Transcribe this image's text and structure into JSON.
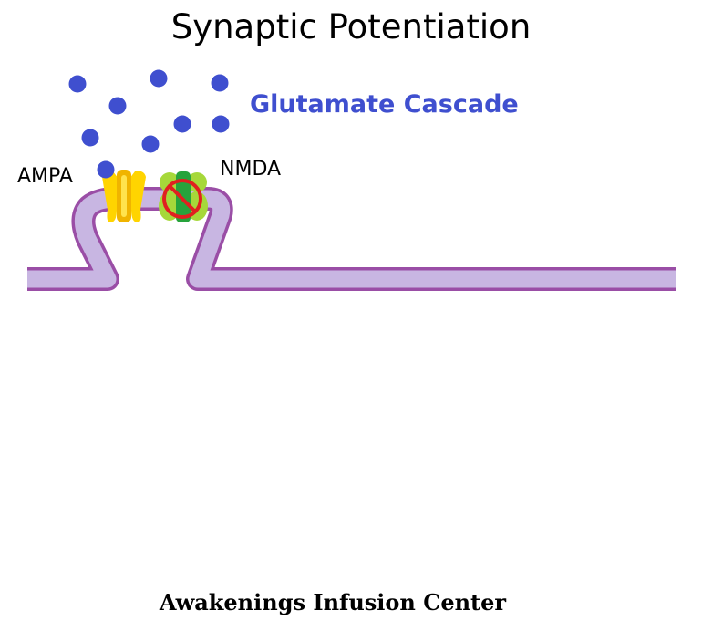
{
  "title": "Synaptic Potentiation",
  "cascade_label": "Glutamate Cascade",
  "receptors": {
    "ampa": "AMPA",
    "nmda": "NMDA"
  },
  "footer": "Awakenings Infusion Center",
  "icons": {
    "nmda_block": "prohibited-icon",
    "glutamate": "glutamate-molecule-icon"
  },
  "colors": {
    "glutamate": "#3f4fcf",
    "membrane_fill": "#c8b6e2",
    "membrane_stroke": "#9a4ea6",
    "ampa": "#ffd400",
    "ampa_dark": "#f0b400",
    "nmda_outer": "#a6d83a",
    "nmda_inner": "#27a33c",
    "block": "#e02020"
  }
}
